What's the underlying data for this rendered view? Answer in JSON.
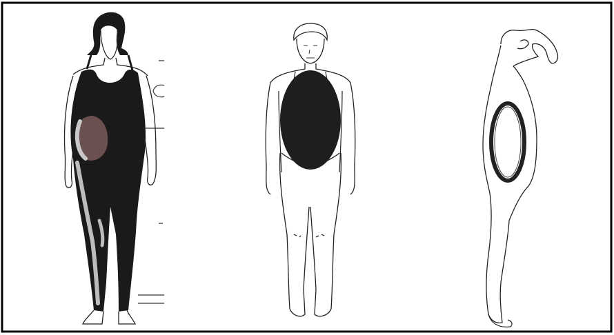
{
  "figure": {
    "frame_color": "#000000",
    "background_color": "#ffffff",
    "panels": [
      {
        "id": "woman-black-bodysuit",
        "view": "front",
        "fill_color": "#1a1a1a",
        "highlight_color": "#b0b0b0",
        "belly_tint": "#7a5a5a"
      },
      {
        "id": "front-oval",
        "view": "front",
        "shape_color": "#1e1e1e"
      },
      {
        "id": "side-ring",
        "view": "side",
        "ring_color": "#222222"
      }
    ]
  }
}
